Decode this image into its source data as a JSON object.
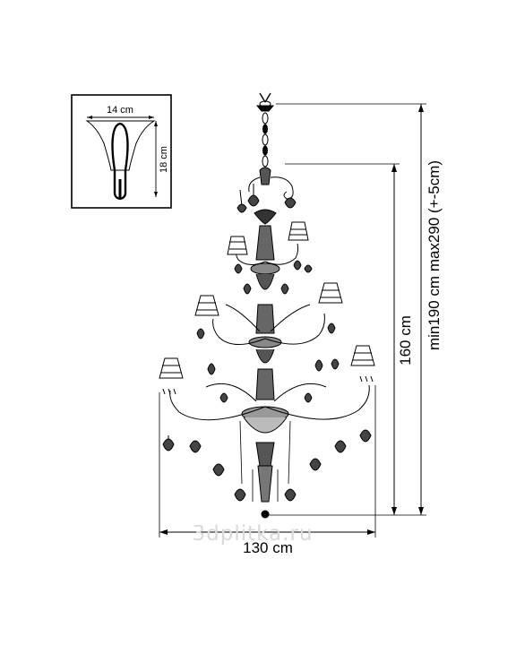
{
  "inset": {
    "width_label": "14 cm",
    "height_label": "18 cm"
  },
  "dimensions": {
    "width_label": "130 cm",
    "height_label": "160 cm",
    "range_label": "min190 cm max290 (+-5cm)"
  },
  "watermark": "3dplitka.ru",
  "colors": {
    "line": "#000000",
    "watermark": "#d9d9d9"
  }
}
